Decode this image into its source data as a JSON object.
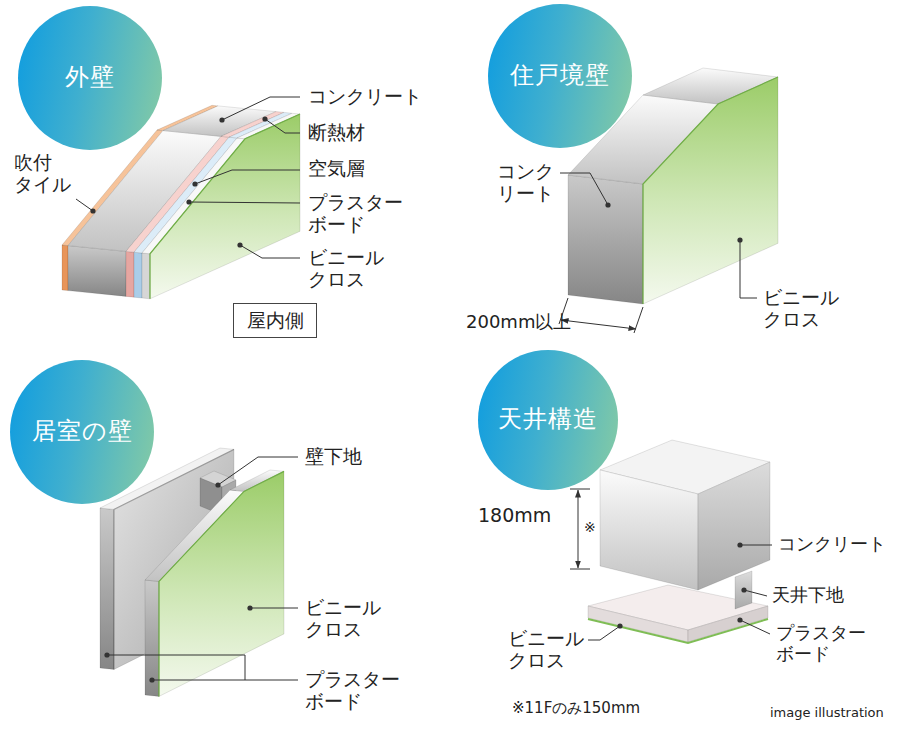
{
  "diagram": {
    "nodes": [
      {
        "text": [
          "外壁"
        ]
      },
      {
        "text": [
          "住戸境壁"
        ]
      },
      {
        "text": [
          "屋内側"
        ]
      },
      {
        "text": [
          "居室の壁"
        ]
      },
      {
        "text": [
          "天井構造"
        ]
      }
    ],
    "labels": [
      "コンクリート",
      "断熱材",
      "空気層",
      "プラスター ボード",
      "ビニール クロス",
      "吹付 タイル",
      "コンク リート",
      "200mm以上",
      "ビニール クロス",
      "壁下地",
      "ビニール クロス",
      "プラスター ボード",
      "180mm",
      "※",
      "コンクリート",
      "天井下地",
      "プラスター ボード",
      "ビニール クロス",
      "※11Fのみ150mm",
      "image illustration"
    ]
  }
}
